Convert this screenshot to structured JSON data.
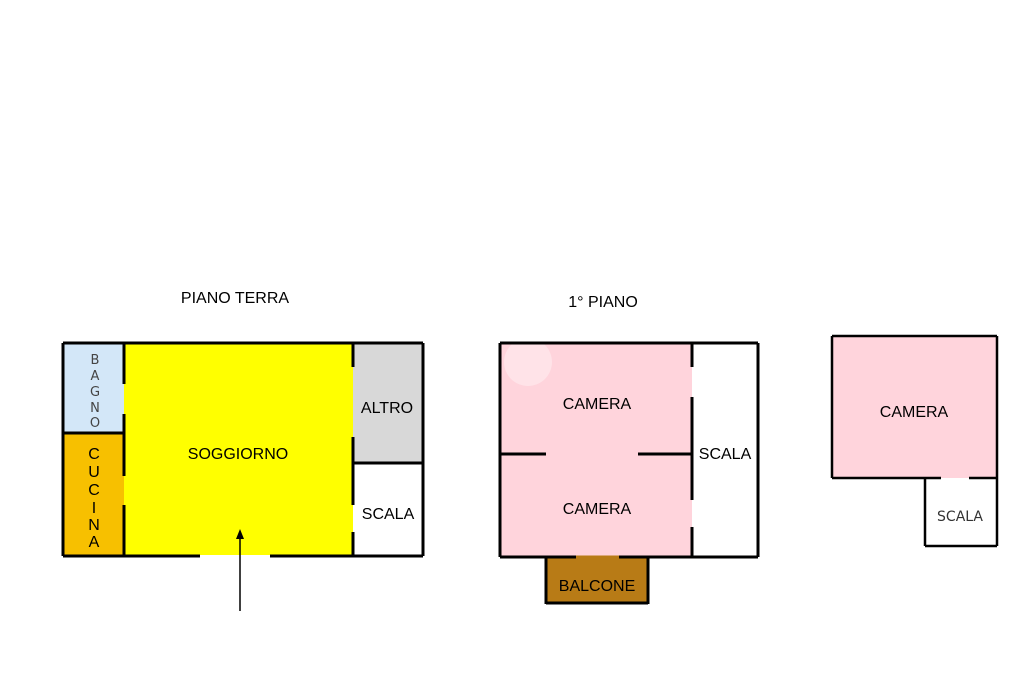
{
  "floors": {
    "ground": {
      "title": "PIANO TERRA",
      "rooms": {
        "bagno": "BAGNO",
        "cucina": "CUCINA",
        "soggiorno": "SOGGIORNO",
        "altro": "ALTRO",
        "scala": "SCALA"
      }
    },
    "first": {
      "title": "1° PIANO",
      "rooms": {
        "camera_top": "CAMERA",
        "camera_bottom": "CAMERA",
        "scala": "SCALA",
        "balcone": "BALCONE"
      }
    },
    "attic": {
      "rooms": {
        "camera": "CAMERA",
        "scala": "SCALA"
      }
    }
  },
  "colors": {
    "bagno": "#d3e7f8",
    "cucina": "#f7c000",
    "soggiorno": "#ffff00",
    "altro": "#d8d8d8",
    "camera": "#ffd4dc",
    "balcone": "#b87b16",
    "wall": "#000000"
  }
}
